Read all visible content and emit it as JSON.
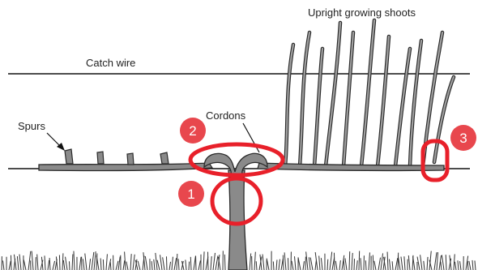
{
  "labels": {
    "upright_shoots": "Upright growing shoots",
    "catch_wire": "Catch wire",
    "cordons": "Cordons",
    "spurs": "Spurs"
  },
  "markers": [
    {
      "number": "1",
      "target": "trunk"
    },
    {
      "number": "2",
      "target": "cordon-split"
    },
    {
      "number": "3",
      "target": "shoot-loop"
    }
  ],
  "colors": {
    "marker": "#e8202a",
    "badge": "#e8474d",
    "vine": "#8a8a8a",
    "outline": "#2a2a2a",
    "wire": "#111111"
  }
}
